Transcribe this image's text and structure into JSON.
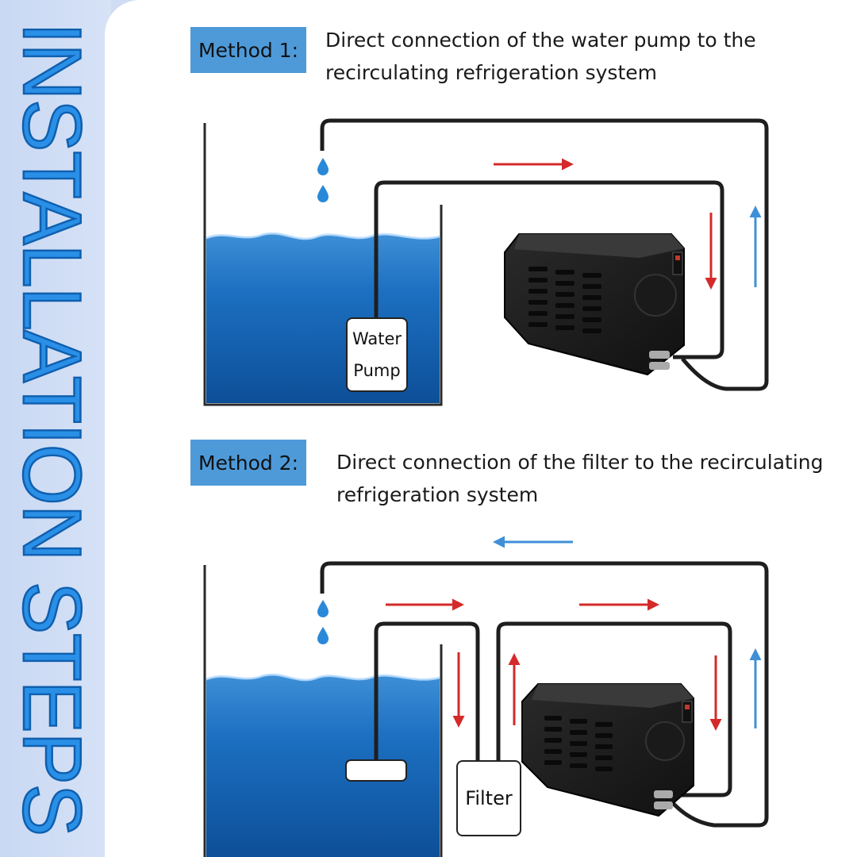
{
  "side_title": "INSTALLATION STEPS",
  "method1": {
    "label": "Method 1:",
    "desc_line1": "Direct connection of the water pump to the",
    "desc_line2": "recirculating refrigeration system",
    "pump_label_line1": "Water",
    "pump_label_line2": "Pump"
  },
  "method2": {
    "label": "Method 2:",
    "desc_line1": "Direct connection of the filter to the recirculating",
    "desc_line2": "refrigeration system",
    "filter_label": "Filter"
  },
  "colors": {
    "method_box": "#4e9ad9",
    "title_blue": "#1f8be0",
    "arrow_red": "#d42a2a",
    "arrow_blue": "#3f8fd8",
    "pipe": "#1e1e1e",
    "water": "#1b6fc0"
  }
}
